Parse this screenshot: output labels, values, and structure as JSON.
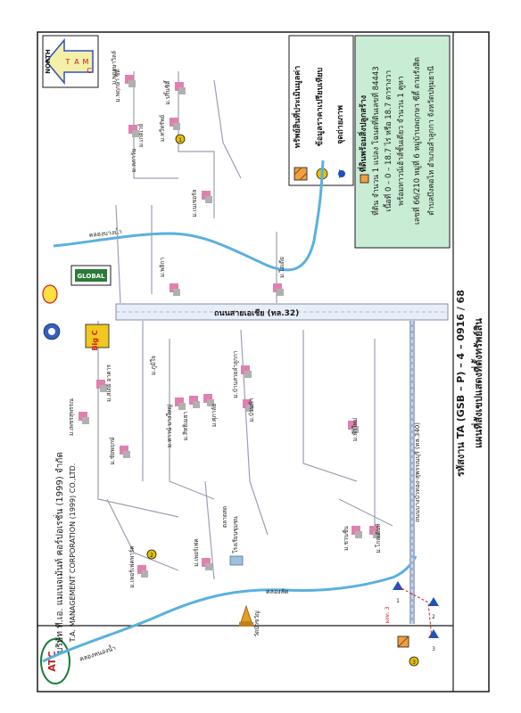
{
  "header": {
    "company_thai": "บริษัท ที.เอ. แมเนจเม้นท์ คอร์ปอเรชั่น (1999) จำกัด",
    "company_en": "T.A. MANAGEMENT CORPORATION (1999) CO.,LTD.",
    "logo_text": "ATC"
  },
  "title": {
    "code": "รหัสงาน TA (GSB – P) – 4 – 0916 / 68",
    "subtitle": "แผนที่สังเขปแสดงที่ตั้งทรัพย์สิน"
  },
  "north_arrow": {
    "label": "NORTH",
    "letters": [
      "T",
      "A",
      "M",
      "C"
    ]
  },
  "legend": {
    "items": [
      {
        "label": "ทรัพย์สินที่ประเมินมูลค่า",
        "icon": "hatched-square-icon",
        "color": "#f0a040"
      },
      {
        "label": "ข้อมูลราคาเปรียบเทียบ",
        "icon": "comparable-circle-icon",
        "color": "#e8c000"
      },
      {
        "label": "จุดถ่ายภาพ",
        "icon": "camera-point-icon",
        "color": "#2050c0"
      }
    ]
  },
  "property_box": {
    "header": "ที่ดินพร้อมสิ่งปลูกสร้าง",
    "lines": [
      "ที่ดิน จำนวน 1 แปลง โฉนดที่ดินเลขที่ 84443",
      "เนื้อที่ 0 – 0 – 18.7 ไร่ หรือ 18.7 ตารางวา",
      "พร้อมทาวน์เฮ้าส์ชั้นเดียว จำนวน 1 คูหา",
      "เลขที่ 66/210 หมู่ที่ 6 หมู่บ้านพฤกษา ซีตี้ ตามรังสิต",
      "ตำบลบึงคอไห อำเภอลำลูกกา จังหวัดปทุมธานี"
    ],
    "bg": "#c8ecd4"
  },
  "roads": {
    "main": "ถนนสายเอเชีย (ทล.32)",
    "secondary": "ถนนบางบัวทอง-สุพรรณบุรี (ทล.340)",
    "canal_top": "คลองบางน้ำ",
    "canal_bottom": "คลองลัด",
    "canal_left": "คลองหนองน้ำ"
  },
  "places": [
    "ม.พฤกษา ซิตี้",
    "ม.ปริ้นซิตี้",
    "ม.ทวีทรัพย์",
    "ม.เกตเวย์",
    "ม.เนเชอรัล",
    "ม.พลิกา",
    "ม.ไอเดีย",
    "ม.สเตย์ อาคาร",
    "ม.เพชรสุพรรณ",
    "ม.ชัยพฤกษ์",
    "ม.ทาวน์ บางใหญ่",
    "ม.สิทธิเมธา",
    "ม.ศุภาลัย",
    "ม.บ้านสวยลำลูกกา",
    "ม.บ้านฟ้า",
    "ม.ฟ้าใหม่",
    "ม.ชวนชื่น",
    "ม.โกลเด้นท์",
    "ม.เพอร์เฟค",
    "ม.เพอร์เฟคพาร์ค",
    "ม.ภูมิใจ",
    "ม.พฤกษาวิลล์",
    "ม.ลภาวัน"
  ],
  "landmarks": {
    "temple": "วัดบัวขวัญ",
    "school": "โรงเรียนชุมชน",
    "market": "ตลาดสด",
    "globe": "GLOBAL",
    "bigc": "Big C",
    "shell": "SHELL"
  },
  "markers": {
    "comparables": [
      "1",
      "2",
      "3"
    ],
    "photo_points": [
      "1",
      "2",
      "3"
    ]
  },
  "dimension_label": "ผลท. 3"
}
